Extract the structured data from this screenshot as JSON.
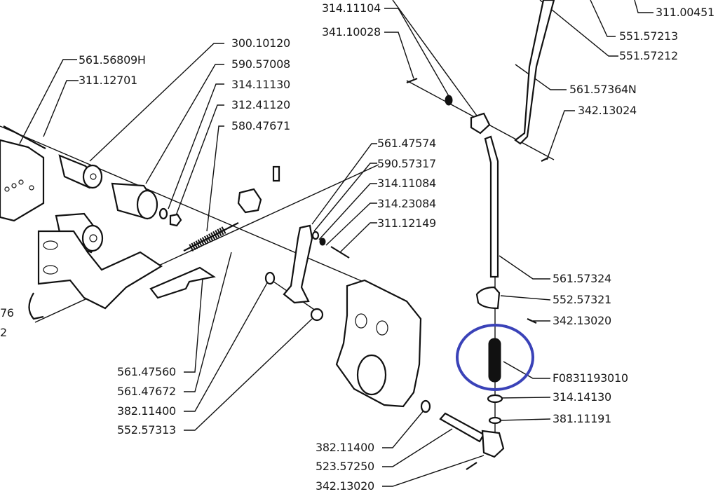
{
  "diagram": {
    "type": "exploded-parts-diagram",
    "highlight": {
      "part": "F0831193010",
      "color": "#3a42b8",
      "shape": "circle"
    },
    "labels": [
      {
        "id": "l01",
        "text": "314.11104"
      },
      {
        "id": "l02",
        "text": "341.10028"
      },
      {
        "id": "l03",
        "text": "311.00451"
      },
      {
        "id": "l04",
        "text": "551.57213"
      },
      {
        "id": "l05",
        "text": "551.57212"
      },
      {
        "id": "l06",
        "text": "561.57364N"
      },
      {
        "id": "l07",
        "text": "342.13024"
      },
      {
        "id": "l08",
        "text": "300.10120"
      },
      {
        "id": "l09",
        "text": "561.56809H"
      },
      {
        "id": "l10",
        "text": "590.57008"
      },
      {
        "id": "l11",
        "text": "311.12701"
      },
      {
        "id": "l12",
        "text": "314.11130"
      },
      {
        "id": "l13",
        "text": "312.41120"
      },
      {
        "id": "l14",
        "text": "580.47671"
      },
      {
        "id": "l15",
        "text": "561.47574"
      },
      {
        "id": "l16",
        "text": "590.57317"
      },
      {
        "id": "l17",
        "text": "314.11084"
      },
      {
        "id": "l18",
        "text": "314.23084"
      },
      {
        "id": "l19",
        "text": "311.12149"
      },
      {
        "id": "l20",
        "text": "561.57324"
      },
      {
        "id": "l21",
        "text": "552.57321"
      },
      {
        "id": "l22",
        "text": "342.13020"
      },
      {
        "id": "l23",
        "text": "F0831193010"
      },
      {
        "id": "l24",
        "text": "314.14130"
      },
      {
        "id": "l25",
        "text": "381.11191"
      },
      {
        "id": "l26",
        "text": "561.47560"
      },
      {
        "id": "l27",
        "text": "561.47672"
      },
      {
        "id": "l28",
        "text": "382.11400"
      },
      {
        "id": "l29",
        "text": "552.57313"
      },
      {
        "id": "l30",
        "text": "382.11400"
      },
      {
        "id": "l31",
        "text": "523.57250"
      },
      {
        "id": "l32",
        "text": "342.13020"
      },
      {
        "id": "l33",
        "text": "76"
      },
      {
        "id": "l34",
        "text": "2"
      }
    ]
  }
}
